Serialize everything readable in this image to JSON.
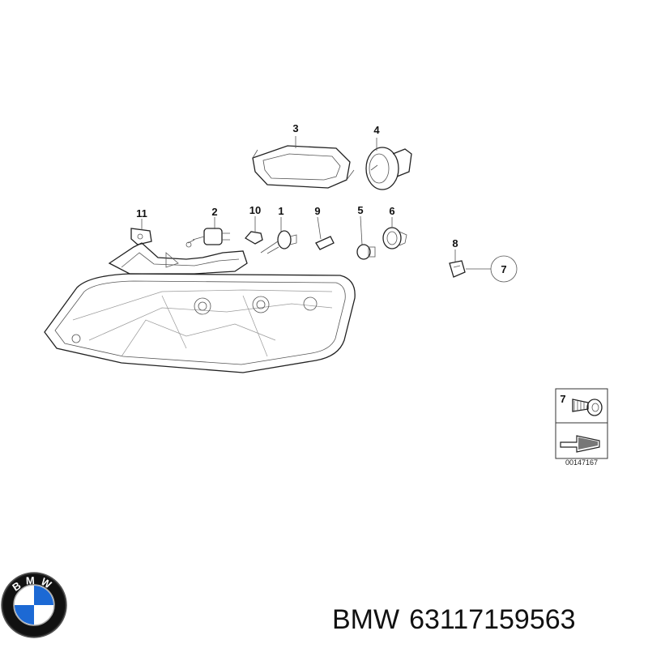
{
  "callouts": {
    "p1": "1",
    "p2": "2",
    "p3": "3",
    "p4": "4",
    "p5": "5",
    "p6": "6",
    "p7": "7",
    "p8": "8",
    "p9": "9",
    "p10": "10",
    "p11": "11"
  },
  "inset": {
    "part_number": "7",
    "diagram_code": "00147167"
  },
  "caption": {
    "brand": "BMW",
    "part_number": "63117159563"
  },
  "logo": {
    "letters": "BMW",
    "colors": {
      "blue": "#1c69d4",
      "white": "#ffffff",
      "ring": "#111111"
    }
  }
}
